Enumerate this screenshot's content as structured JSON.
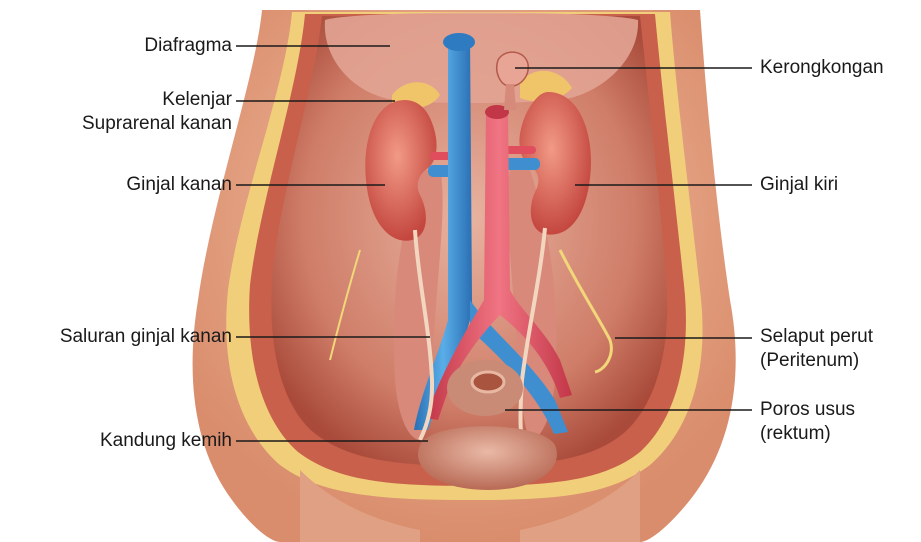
{
  "labels": {
    "diafragma": "Diafragma",
    "kelenjar_1": "Kelenjar",
    "kelenjar_2": "Suprarenal kanan",
    "ginjal_kanan": "Ginjal kanan",
    "saluran_ginjal_kanan": "Saluran ginjal kanan",
    "kandung_kemih": "Kandung kemih",
    "kerongkongan": "Kerongkongan",
    "ginjal_kiri": "Ginjal kiri",
    "selaput_perut_1": "Selaput perut",
    "selaput_perut_2": "(Peritenum)",
    "poros_usus_1": "Poros usus",
    "poros_usus_2": "(rektum)"
  },
  "colors": {
    "skin": "#e9a98a",
    "muscle": "#c9654e",
    "kidney": "#d9645a",
    "vein": "#3f8fd0",
    "artery": "#e04e5e",
    "fat": "#f0c56a"
  }
}
